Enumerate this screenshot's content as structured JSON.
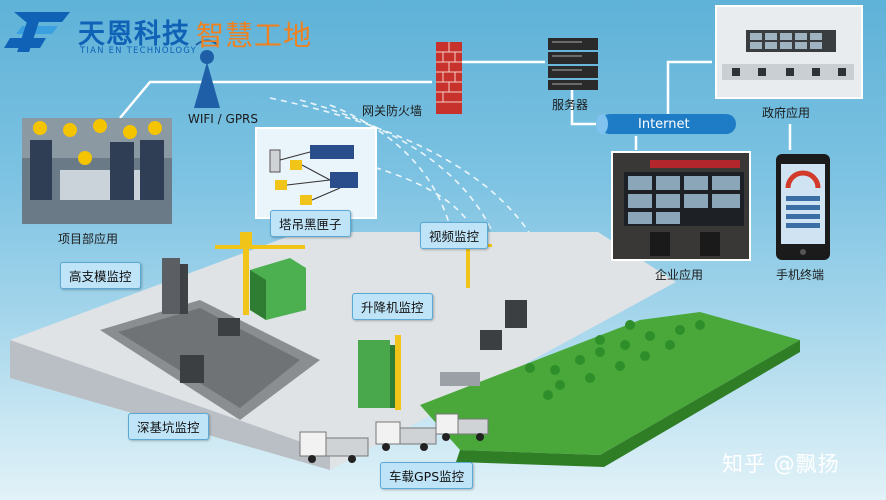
{
  "brand": {
    "name_cn": "天恩科技",
    "name_en": "TIAN EN TECHNOLOGY",
    "tagline": "智慧工地"
  },
  "labels": {
    "wifi": "WIFI / GPRS",
    "firewall": "网关防火墙",
    "server": "服务器",
    "internet": "Internet",
    "government": "政府应用",
    "project": "项目部应用",
    "enterprise": "企业应用",
    "mobile": "手机终端",
    "crane_blackbox": "塔吊黑匣子",
    "video": "视频监控",
    "high_formwork": "高支模监控",
    "elevator": "升降机监控",
    "pit": "深基坑监控",
    "gps": "车载GPS监控"
  },
  "watermark": "知乎 @飘扬",
  "colors": {
    "brand_blue": "#0f62b6",
    "brand_orange": "#f0811f",
    "tag_fill": "#bfe3f7",
    "grass": "#4aa83b",
    "platform": "#dfe3e6"
  }
}
